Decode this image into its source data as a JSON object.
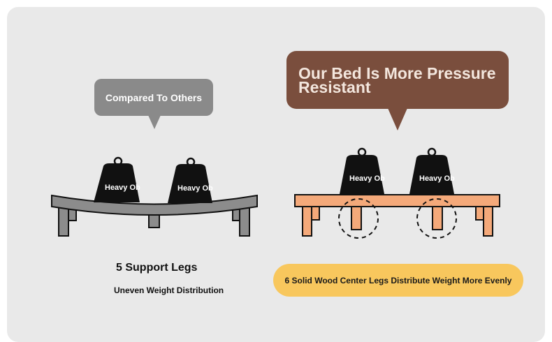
{
  "left_panel": {
    "bubble_text": "Compared To Others",
    "weight_labels": [
      "Heavy Ob",
      "Heavy Ob"
    ],
    "support_legs_title": "5 Support Legs",
    "distribution_text": "Uneven Weight Distribution"
  },
  "right_panel": {
    "headline": "Our Bed Is More Pressure Resistant",
    "weight_labels": [
      "Heavy Ob",
      "Heavy Ob"
    ],
    "pill_text": "6 Solid Wood Center Legs Distribute Weight More Evenly"
  },
  "colors": {
    "panel_bg": "#e9e9e9",
    "gray_bubble": "#8a8a8a",
    "brown_bubble": "#7a4e3d",
    "gray_bed": "#8c8c8c",
    "wood_bed": "#f4a97a",
    "pill_bg": "#f8c75d"
  },
  "icons": {
    "weight": "weight-icon"
  }
}
